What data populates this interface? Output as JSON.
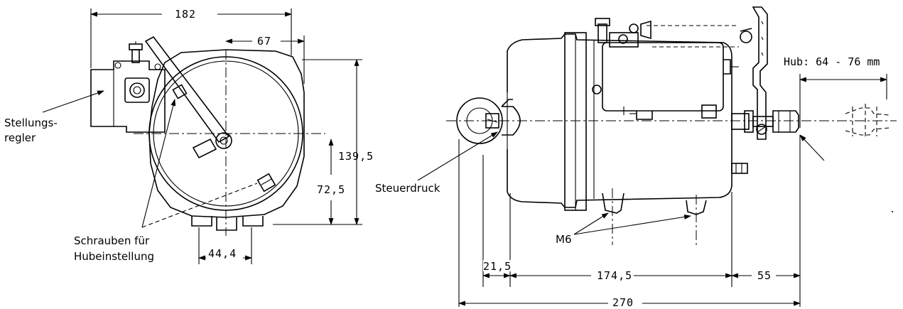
{
  "front_view": {
    "dimensions": {
      "overall_width": "182",
      "offset_right": "67",
      "height_upper": "139,5",
      "height_lower": "72,5",
      "base_width": "44,4"
    },
    "labels": {
      "positioner_line1": "Stellungs-",
      "positioner_line2": "regler",
      "screws_line1": "Schrauben  für",
      "screws_line2": "Hubeinstellung"
    }
  },
  "side_view": {
    "dimensions": {
      "left_offset": "21,5",
      "body_length": "174,5",
      "rod_length": "55",
      "overall_length": "270"
    },
    "labels": {
      "stroke": "Hub: 64 - 76 mm",
      "control_pressure": "Steuerdruck",
      "thread": "M6"
    }
  }
}
